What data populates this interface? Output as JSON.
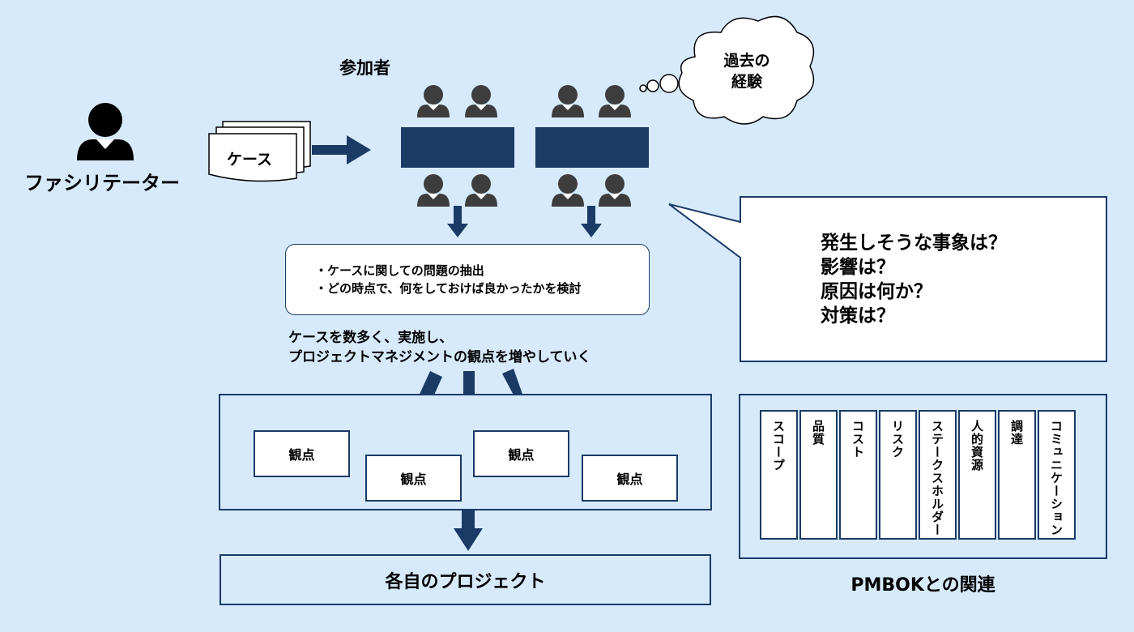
{
  "labels": {
    "participants": "参加者",
    "facilitator": "ファシリテーター",
    "case": "ケース",
    "past_experience_line1": "過去の",
    "past_experience_line2": "経験",
    "discussion_item1": "・ケースに関しての問題の抽出",
    "discussion_item2": "・どの時点で、何をしておけば良かったかを検討",
    "repeat_line1": "ケースを数多く、実施し、",
    "repeat_line2": "プロジェクトマネジメントの観点を増やしていく",
    "viewpoint": "観点",
    "own_project": "各自のプロジェクト",
    "pmbok_relation": "PMBOKとの関連"
  },
  "questions": [
    "発生しそうな事象は？",
    "影響は？",
    "原因は何か？",
    "対策は？"
  ],
  "pmbok_areas": [
    "スコープ",
    "品質",
    "コスト",
    "リスク",
    "ステークスホルダー",
    "人的資源",
    "調達",
    "コミュニケーション"
  ],
  "colors": {
    "background": "#d6eafc",
    "navy": "#1b3a66",
    "person": "#3d3d3d"
  }
}
